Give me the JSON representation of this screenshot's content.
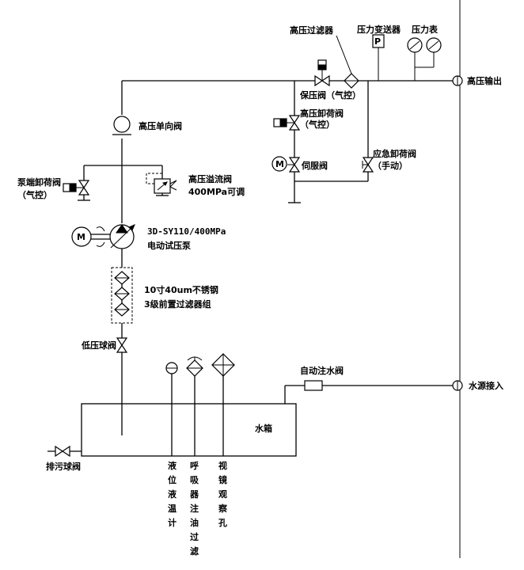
{
  "labels": {
    "hp_filter": "高压过滤器",
    "pressure_transmitter": "压力变送器",
    "pressure_transmitter_symbol": "P",
    "pressure_gauge": "压力表",
    "hp_output": "高压输出",
    "hp_check_valve": "高压单向阀",
    "hold_valve": "保压阀（气控）",
    "hp_unload_valve_1": "高压卸荷阀",
    "hp_unload_valve_2": "（气控）",
    "servo_valve": "伺服阀",
    "servo_motor": "M",
    "emergency_valve_1": "应急卸荷阀",
    "emergency_valve_2": "（手动）",
    "pump_unload_valve_1": "泵端卸荷阀",
    "pump_unload_valve_2": "（气控）",
    "relief_valve_1": "高压溢流阀",
    "relief_valve_2": "400MPa可调",
    "pump_motor": "M",
    "pump_1": "3D-SY110/400MPa",
    "pump_2": "电动试压泵",
    "prefilter_1": "10寸40um不锈钢",
    "prefilter_2": "3级前置过滤器组",
    "lp_ball_valve": "低压球阀",
    "auto_fill_valve": "自动注水阀",
    "water_inlet": "水源接入",
    "water_tank": "水箱",
    "drain_valve": "排污球阀",
    "level_thermo": [
      "液",
      "位",
      "液",
      "温",
      "计"
    ],
    "breather": [
      "呼",
      "吸",
      "器",
      "注",
      "油",
      "过",
      "滤"
    ],
    "sight_glass": [
      "视",
      "镜",
      "观",
      "察",
      "孔"
    ]
  }
}
